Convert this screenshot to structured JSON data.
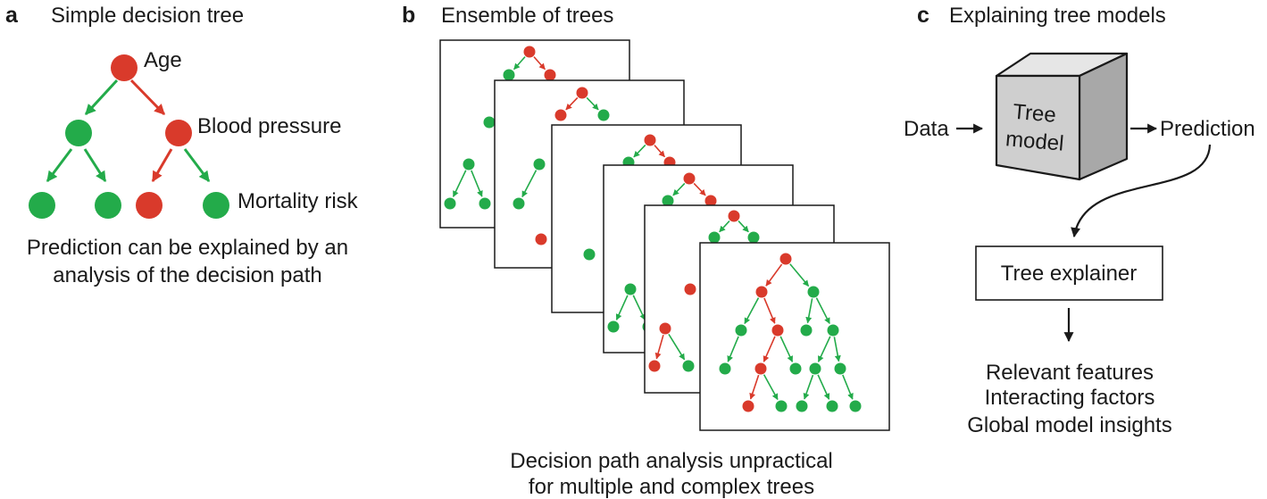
{
  "colors": {
    "red": "#d93a2b",
    "green": "#23ab4a",
    "ink": "#1a1a1a",
    "box_front": "#cfcfcf",
    "box_top": "#e6e6e6",
    "box_side": "#a8a8a8"
  },
  "panel_a": {
    "letter": "a",
    "title": "Simple decision tree",
    "node_labels": [
      "Age",
      "Blood pressure",
      "Mortality risk"
    ],
    "caption": [
      "Prediction can be explained by an",
      "analysis of the decision path"
    ]
  },
  "panel_b": {
    "letter": "b",
    "title": "Ensemble of trees",
    "caption": [
      "Decision path analysis unpractical",
      "for multiple and complex trees"
    ]
  },
  "panel_c": {
    "letter": "c",
    "title": "Explaining tree models",
    "data_label": "Data",
    "box_label": [
      "Tree",
      "model"
    ],
    "prediction_label": "Prediction",
    "explainer_label": "Tree explainer",
    "outputs": [
      "Relevant features",
      "Interacting factors",
      "Global model insights"
    ]
  }
}
